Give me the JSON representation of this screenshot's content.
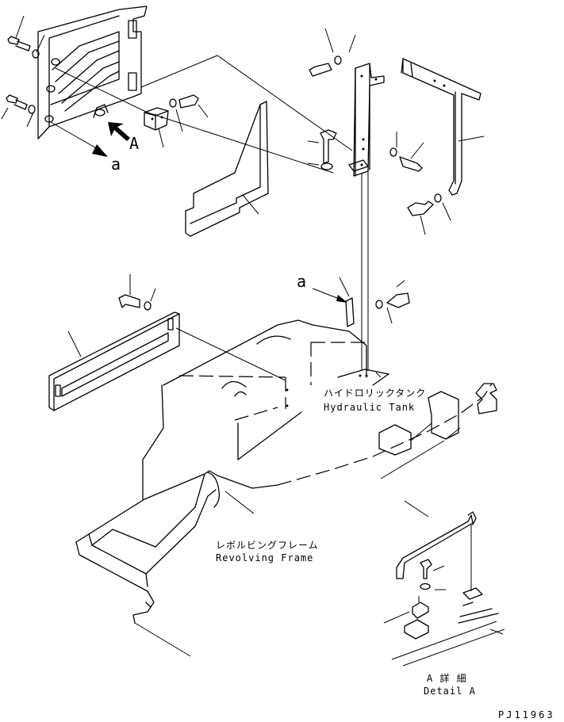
{
  "labels": {
    "hydraulic_tank_jp": "ハイドロリックタンク",
    "hydraulic_tank_en": "Hydraulic Tank",
    "revolving_frame_jp": "レボルビングフレーム",
    "revolving_frame_en": "Revolving Frame",
    "detail_jp": "A 詳 細",
    "detail_en": "Detail A",
    "view_mark_A": "A",
    "ref_mark_a_left": "a",
    "ref_mark_a_right": "a",
    "drawing_code": "PJ11963"
  }
}
